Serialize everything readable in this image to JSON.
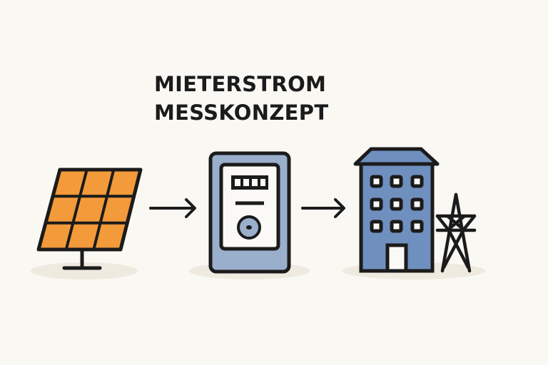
{
  "title": {
    "line1": "MIETERSTROM",
    "line2": "MESSKONZEPT"
  },
  "diagram": {
    "nodes": [
      {
        "id": "solar-panel",
        "icon": "solar-panel-icon"
      },
      {
        "id": "electricity-meter",
        "icon": "meter-icon"
      },
      {
        "id": "apartment-building",
        "icon": "building-icon"
      },
      {
        "id": "power-grid",
        "icon": "transmission-tower-icon"
      }
    ],
    "edges": [
      {
        "from": "solar-panel",
        "to": "electricity-meter"
      },
      {
        "from": "electricity-meter",
        "to": "apartment-building"
      }
    ]
  },
  "colors": {
    "background": "#faf8f3",
    "solar_orange": "#f39a3a",
    "meter_blue": "#9aafcc",
    "building_blue": "#6f8fbf",
    "outline": "#1b1b1b",
    "shadow": "#efeadf"
  }
}
